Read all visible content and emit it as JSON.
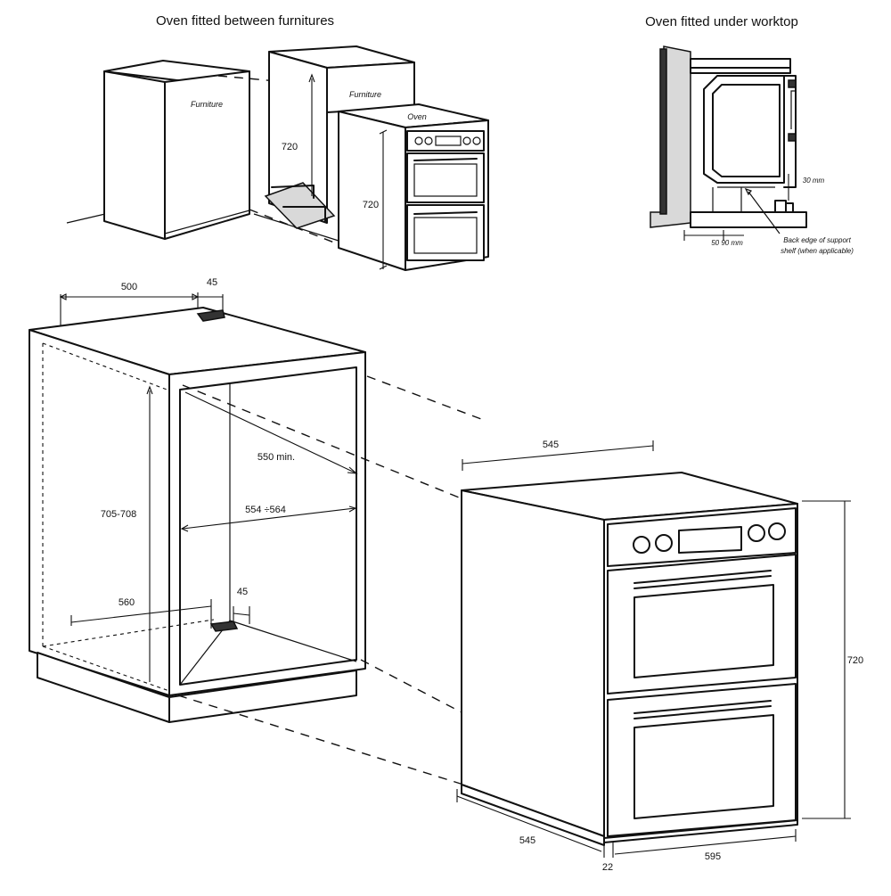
{
  "titles": {
    "between_furnitures": "Oven fitted between furnitures",
    "under_worktop": "Oven fitted under worktop"
  },
  "labels": {
    "furniture_left": "Furniture",
    "furniture_right": "Furniture",
    "oven": "Oven",
    "back_edge_line1": "Back edge of support",
    "back_edge_line2": "shelf (when applicable)"
  },
  "dimensions": {
    "top_720_a": "720",
    "top_720_b": "720",
    "worktop_30mm": "30 mm",
    "worktop_50_90mm": "50 90 mm",
    "cabinet_500": "500",
    "cabinet_45_top": "45",
    "cabinet_550min": "550 min.",
    "cabinet_554_564": "554 ÷564",
    "cabinet_705_708": "705-708",
    "cabinet_560": "560",
    "cabinet_45_bottom": "45",
    "oven_545_top": "545",
    "oven_720": "720",
    "oven_545_side": "545",
    "oven_595": "595",
    "oven_22": "22"
  }
}
